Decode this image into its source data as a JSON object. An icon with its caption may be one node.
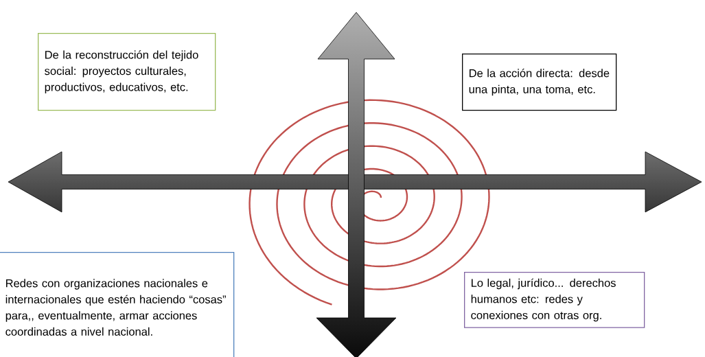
{
  "diagram": {
    "nodes": [
      {
        "text": [
          "De la reconstrucción del tejido social:  proyectos culturales, productivos, educativos, etc."
        ]
      },
      {
        "text": [
          "De la acción directa: desde una pinta, una toma, etc."
        ]
      },
      {
        "text": [
          "Redes con organizaciones nacionales e internacionales que estén haciendo “cosas” para,, eventualmente, armar acciones coordinadas a nivel nacional."
        ]
      },
      {
        "text": [
          "Lo legal, jurídico... derechos humanos etc: redes y conexiones con otras org."
        ]
      }
    ]
  }
}
